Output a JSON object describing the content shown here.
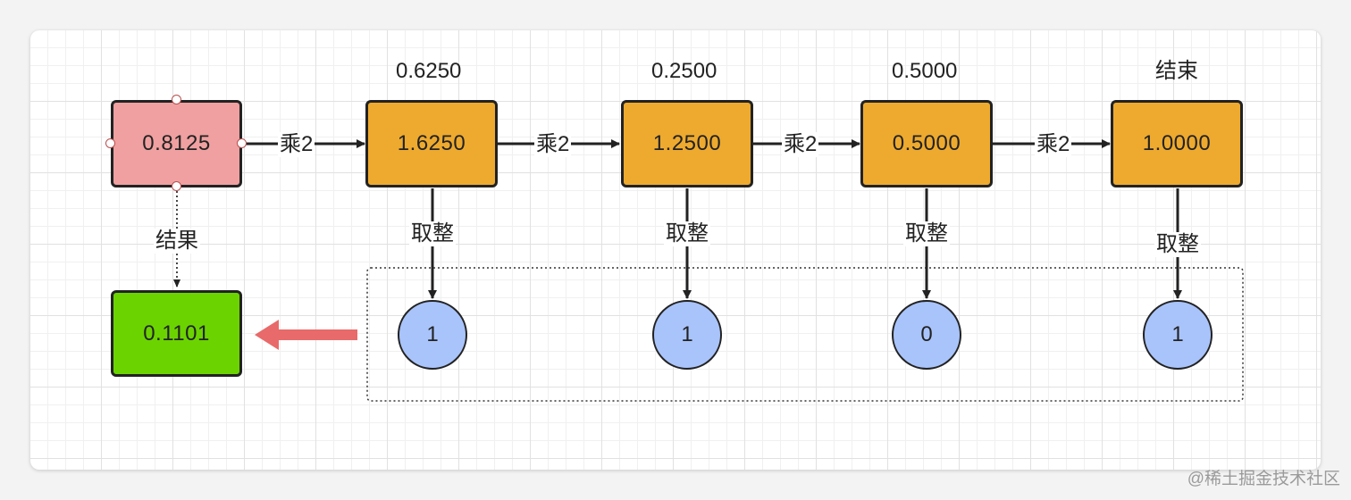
{
  "start_node": {
    "value": "0.8125"
  },
  "steps": [
    {
      "top_label": "0.6250",
      "value": "1.6250",
      "edge_label": "乘2",
      "down_label": "取整",
      "digit": "1"
    },
    {
      "top_label": "0.2500",
      "value": "1.2500",
      "edge_label": "乘2",
      "down_label": "取整",
      "digit": "1"
    },
    {
      "top_label": "0.5000",
      "value": "0.5000",
      "edge_label": "乘2",
      "down_label": "取整",
      "digit": "0"
    },
    {
      "top_label": "结束",
      "value": "1.0000",
      "edge_label": "乘2",
      "down_label": "取整",
      "digit": "1"
    }
  ],
  "result_label": "结果",
  "result_node": {
    "value": "0.1101"
  },
  "watermark": "@稀土掘金技术社区",
  "colors": {
    "start_fill": "#f0a0a0",
    "step_fill": "#eeaa2e",
    "result_fill": "#6bd400",
    "digit_fill": "#a9c4fb",
    "back_arrow": "#e86a6a"
  }
}
